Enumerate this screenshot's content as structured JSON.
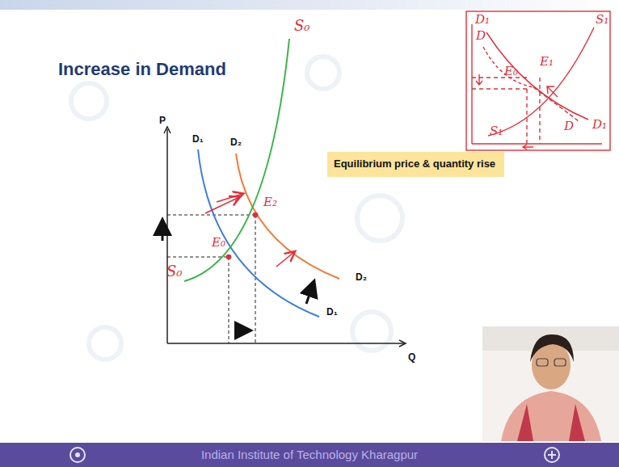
{
  "diagram": {
    "title": "Increase in Demand",
    "nodes": [
      {
        "text": [
          "Equilibrium price & quantity rise"
        ]
      },
      {
        "text": [
          "Indian Institute of Technology Kharagpur"
        ]
      }
    ],
    "labels": [
      "P",
      "Q",
      "D₁",
      "D₂",
      "D₂",
      "D₁",
      "S₀",
      "S₀",
      "E₀",
      "E₂",
      "D₁",
      "D",
      "E₁",
      "E₀",
      "S₁",
      "S₁",
      "D",
      "D₁"
    ]
  }
}
